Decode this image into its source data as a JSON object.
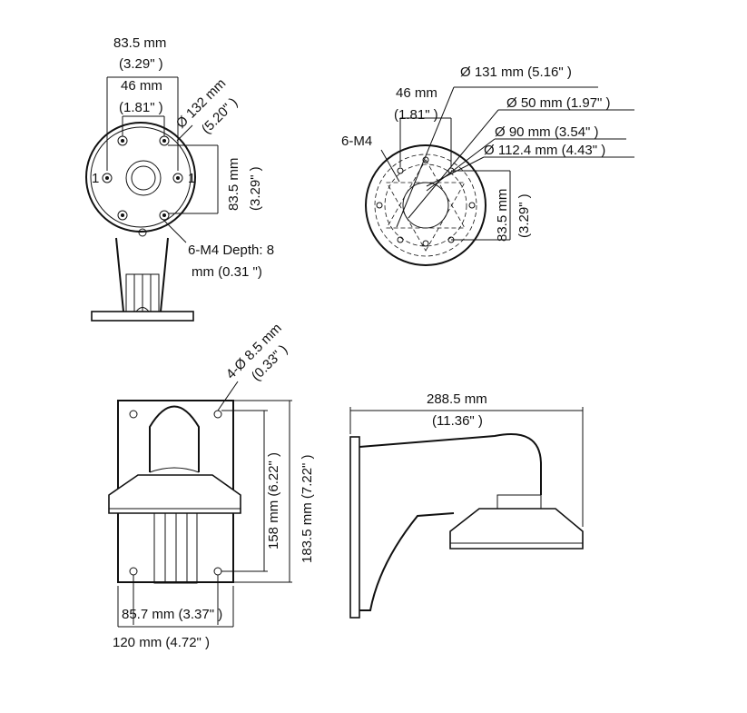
{
  "top_left_view": {
    "width_outer_mm": "83.5 mm",
    "width_outer_in": "(3.29\" )",
    "width_inner_mm": "46 mm",
    "width_inner_in": "(1.81\" )",
    "diameter_mm": "Ø 132 mm",
    "diameter_in": "(5.20\" )",
    "height_mm": "83.5 mm",
    "height_in": "(3.29\" )",
    "thread_line1": "6-M4 Depth: 8",
    "thread_line2": "mm (0.31 \")",
    "mark_left": "1",
    "mark_right": "1"
  },
  "top_right_view": {
    "d131": "Ø 131 mm (5.16\" )",
    "d50": "Ø 50 mm (1.97\" )",
    "d90": "Ø 90 mm (3.54\" )",
    "d112": "Ø 112.4 mm (4.43\" )",
    "width_mm": "46 mm",
    "width_in": "(1.81\" )",
    "thread": "6-M4",
    "height_mm": "83.5 mm",
    "height_in": "(3.29\" )"
  },
  "bottom_left_view": {
    "holes_mm": "4-Ø 8.5 mm",
    "holes_in": "(0.33\" )",
    "h158": "158 mm (6.22\" )",
    "h183": "183.5 mm (7.22\" )",
    "w85": "85.7 mm (3.37\" )",
    "w120": "120 mm (4.72\" )"
  },
  "bottom_right_view": {
    "length_mm": "288.5 mm",
    "length_in": "(11.36\" )"
  }
}
